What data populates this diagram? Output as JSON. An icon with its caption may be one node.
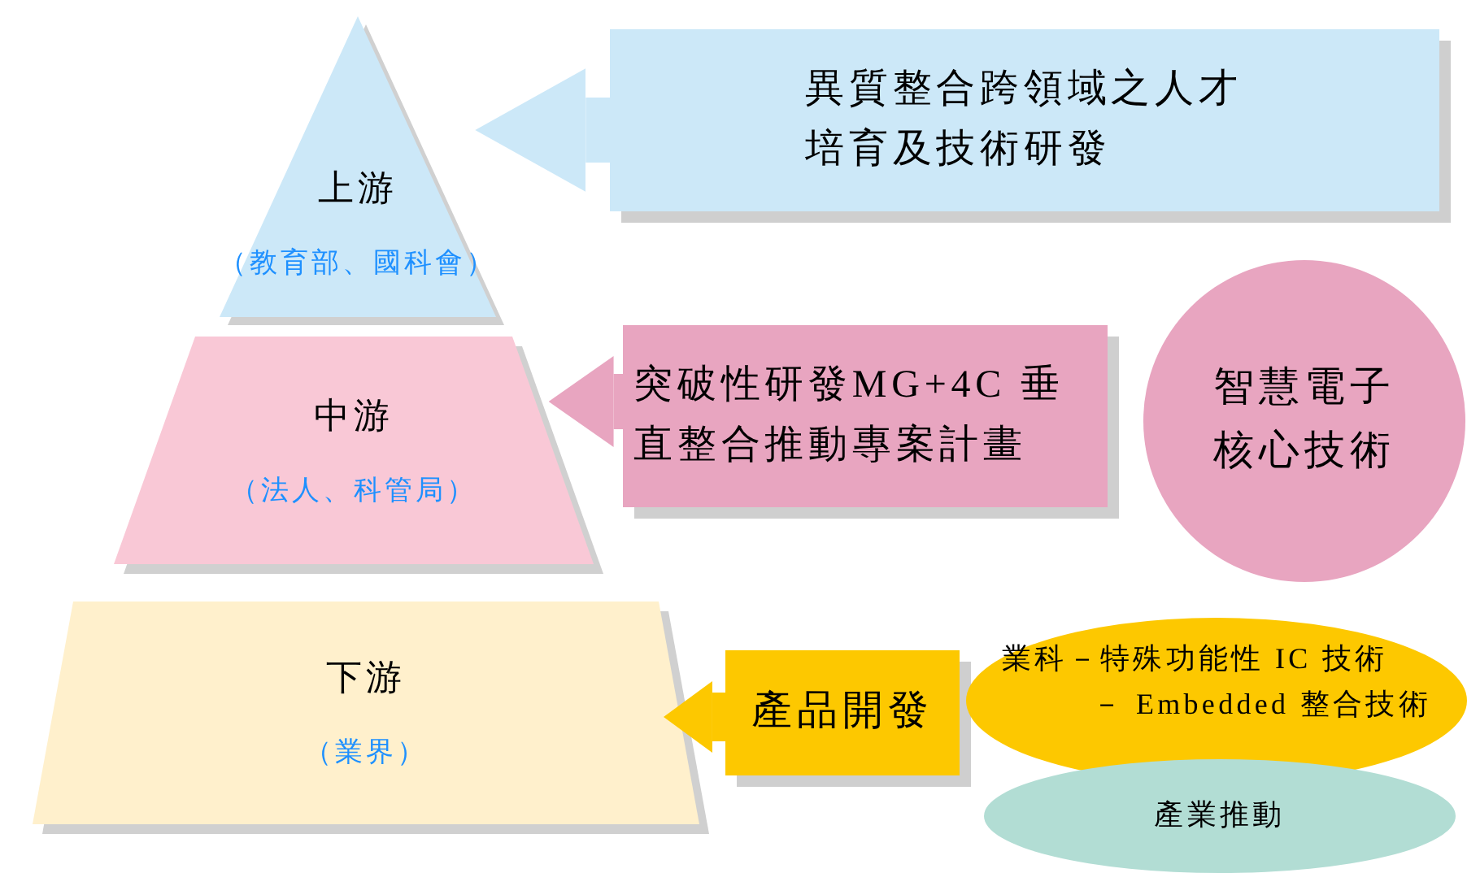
{
  "diagram": {
    "nodes": [
      {
        "text": [
          "上游",
          "（教育部、國科會）"
        ]
      },
      {
        "text": [
          "中游",
          "（法人、科管局）"
        ]
      },
      {
        "text": [
          "下游",
          "（業界）"
        ]
      },
      {
        "text": [
          "異質整合跨領域之人才培育及技術研發"
        ]
      },
      {
        "text": [
          "突破性研發MG+4C 垂直整合推動專案計畫"
        ]
      },
      {
        "text": [
          "智慧電子核心技術"
        ]
      },
      {
        "text": [
          "產品開發"
        ]
      },
      {
        "text": [
          "業科－特殊功能性 IC 技術",
          "－ Embedded 整合技術"
        ]
      },
      {
        "text": [
          "產業推動"
        ]
      }
    ],
    "edges": [
      {
        "from": 3,
        "to": 0,
        "arrow": "to",
        "color": "#cce8f8"
      },
      {
        "from": 4,
        "to": 1,
        "arrow": "to",
        "color": "#e8a5c0"
      },
      {
        "from": 6,
        "to": 2,
        "arrow": "to",
        "color": "#fdc800"
      }
    ]
  }
}
